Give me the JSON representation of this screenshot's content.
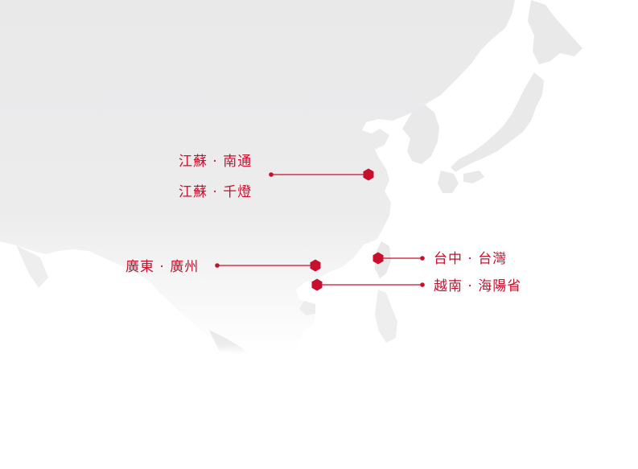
{
  "colors": {
    "land": "#e9e9ea",
    "land_edge": "#ffffff",
    "accent": "#c8102e",
    "ocean": "#ffffff"
  },
  "locations": [
    {
      "id": "jiangsu-nantong",
      "label": "江蘇 · 南通"
    },
    {
      "id": "jiangsu-qiandeng",
      "label": "江蘇 · 千燈"
    },
    {
      "id": "guangdong-guangzhou",
      "label": "廣東 · 廣州"
    },
    {
      "id": "taichung-taiwan",
      "label": "台中 · 台灣"
    },
    {
      "id": "vietnam-haiduong",
      "label": "越南 · 海陽省"
    }
  ]
}
